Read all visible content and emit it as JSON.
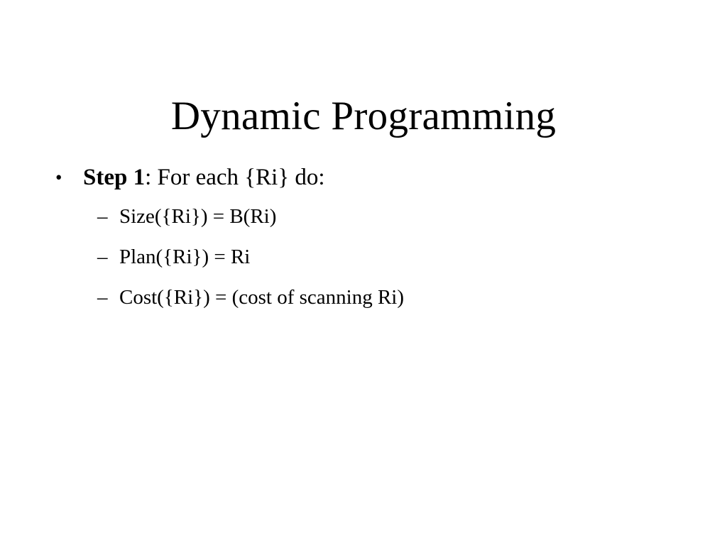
{
  "slide": {
    "title": "Dynamic Programming",
    "background_color": "#ffffff",
    "text_color": "#000000",
    "bullets": [
      {
        "level": 1,
        "marker": "•",
        "lead": "Step 1",
        "rest": ": For each {Ri} do:",
        "full_text": "Step 1: For each {Ri} do:"
      },
      {
        "level": 2,
        "marker": "–",
        "text": "Size({Ri}) = B(Ri)"
      },
      {
        "level": 2,
        "marker": "–",
        "text": "Plan({Ri}) = Ri"
      },
      {
        "level": 2,
        "marker": "–",
        "text": "Cost({Ri}) = (cost of scanning Ri)"
      }
    ]
  }
}
